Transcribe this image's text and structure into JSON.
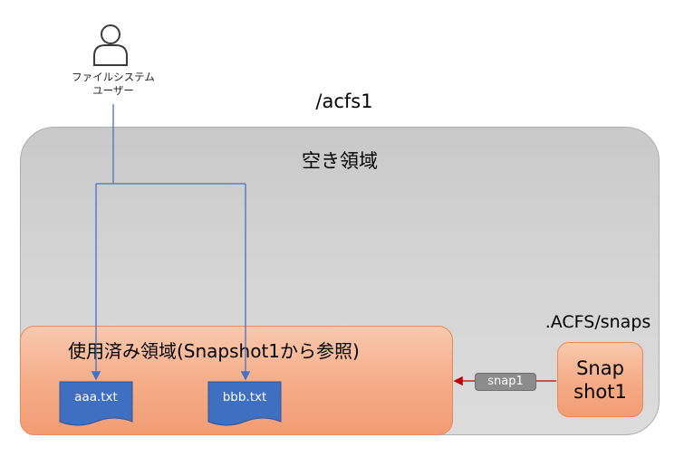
{
  "user": {
    "icon": "user-icon",
    "label_line1": "ファイルシステム",
    "label_line2": "ユーザー"
  },
  "root_dir": "/acfs1",
  "free_area_label": "空き領域",
  "used_area_label": "使用済み領域(Snapshot1から参照)",
  "snaps_dir": ".ACFS/snaps",
  "snapshot_label": "Snap\nshot1",
  "snap_tag": "snap1",
  "files": [
    {
      "name": "aaa.txt",
      "icon": "document-icon"
    },
    {
      "name": "bbb.txt",
      "icon": "document-icon"
    }
  ],
  "colors": {
    "file_fill": "#3f6fc0",
    "connector": "#4472c4",
    "snap_arrow": "#c00000",
    "used_area": "#f5ab86",
    "free_area": "#d0d0d0"
  }
}
